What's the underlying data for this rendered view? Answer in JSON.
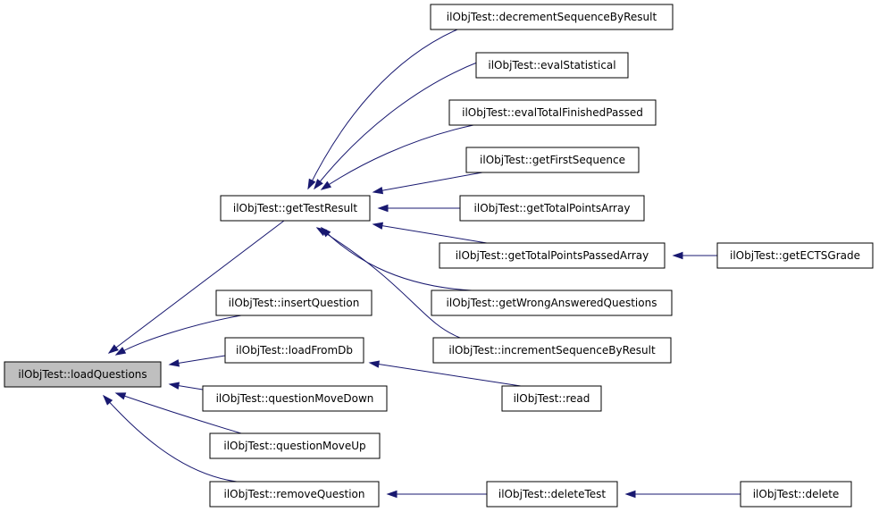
{
  "colors": {
    "edge": "#191970",
    "node_fill": "#ffffff",
    "node_border": "#000000",
    "root_fill": "#bfbfbf"
  },
  "nodes": {
    "loadQuestions": "ilObjTest::loadQuestions",
    "getTestResult": "ilObjTest::getTestResult",
    "insertQuestion": "ilObjTest::insertQuestion",
    "loadFromDb": "ilObjTest::loadFromDb",
    "questionMoveDown": "ilObjTest::questionMoveDown",
    "questionMoveUp": "ilObjTest::questionMoveUp",
    "removeQuestion": "ilObjTest::removeQuestion",
    "decrementSequenceByResult": "ilObjTest::decrementSequenceByResult",
    "evalStatistical": "ilObjTest::evalStatistical",
    "evalTotalFinishedPassed": "ilObjTest::evalTotalFinishedPassed",
    "getFirstSequence": "ilObjTest::getFirstSequence",
    "getTotalPointsArray": "ilObjTest::getTotalPointsArray",
    "getTotalPointsPassedArray": "ilObjTest::getTotalPointsPassedArray",
    "getWrongAnsweredQuestions": "ilObjTest::getWrongAnsweredQuestions",
    "incrementSequenceByResult": "ilObjTest::incrementSequenceByResult",
    "getECTSGrade": "ilObjTest::getECTSGrade",
    "read": "ilObjTest::read",
    "deleteTest": "ilObjTest::deleteTest",
    "delete": "ilObjTest::delete"
  },
  "edges": [
    {
      "from": "getTestResult",
      "to": "loadQuestions"
    },
    {
      "from": "insertQuestion",
      "to": "loadQuestions"
    },
    {
      "from": "loadFromDb",
      "to": "loadQuestions"
    },
    {
      "from": "questionMoveDown",
      "to": "loadQuestions"
    },
    {
      "from": "questionMoveUp",
      "to": "loadQuestions"
    },
    {
      "from": "removeQuestion",
      "to": "loadQuestions"
    },
    {
      "from": "decrementSequenceByResult",
      "to": "getTestResult"
    },
    {
      "from": "evalStatistical",
      "to": "getTestResult"
    },
    {
      "from": "evalTotalFinishedPassed",
      "to": "getTestResult"
    },
    {
      "from": "getFirstSequence",
      "to": "getTestResult"
    },
    {
      "from": "getTotalPointsArray",
      "to": "getTestResult"
    },
    {
      "from": "getTotalPointsPassedArray",
      "to": "getTestResult"
    },
    {
      "from": "getWrongAnsweredQuestions",
      "to": "getTestResult"
    },
    {
      "from": "incrementSequenceByResult",
      "to": "getTestResult"
    },
    {
      "from": "getECTSGrade",
      "to": "getTotalPointsPassedArray"
    },
    {
      "from": "read",
      "to": "loadFromDb"
    },
    {
      "from": "deleteTest",
      "to": "removeQuestion"
    },
    {
      "from": "delete",
      "to": "deleteTest"
    }
  ]
}
